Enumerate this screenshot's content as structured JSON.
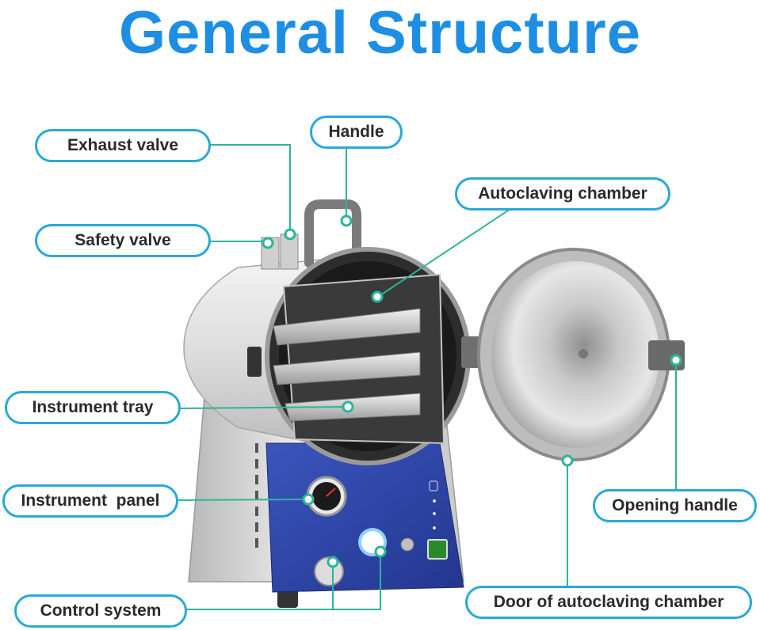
{
  "title": "General Structure",
  "colors": {
    "title": "#1e8ee3",
    "label_border": "#29a9d6",
    "leader_line": "#2bb59a",
    "panel_blue": "#2f45a6"
  },
  "callouts": {
    "exhaust_valve": "Exhaust valve",
    "handle": "Handle",
    "autoclaving_chamber": "Autoclaving chamber",
    "safety_valve": "Safety valve",
    "instrument_tray": "Instrument tray",
    "instrument_panel": "Instrument  panel",
    "opening_handle": "Opening handle",
    "control_system": "Control system",
    "door": "Door of autoclaving chamber"
  }
}
